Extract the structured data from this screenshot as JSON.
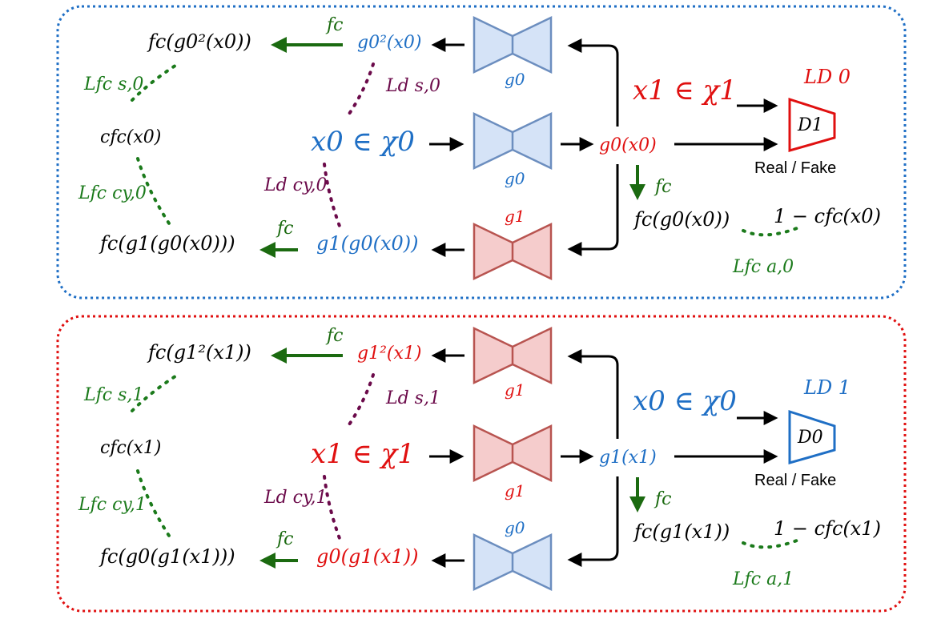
{
  "colors": {
    "blue": "#1f6fc5",
    "red": "#e01010",
    "green": "#1b7a1b",
    "darkgreen": "#1b6a10",
    "maroon": "#6b0a4a",
    "black": "#000000",
    "box_blue_border": "#1f6fc5",
    "box_red_border": "#e01010",
    "gen_blue_fill": "#d5e3f7",
    "gen_blue_stroke": "#6c8ebf",
    "gen_red_fill": "#f5cccc",
    "gen_red_stroke": "#b85450"
  },
  "panels": [
    {
      "f_top": "fc(g0²(x0))",
      "f_arrow_top": "fc",
      "g_sq": "g0²(x0)",
      "gen_top": "g0",
      "L_s": "Ld s,0",
      "L_fs": "Lfc s,0",
      "c": "cfc(x0)",
      "input": "x0 ∈ χ0",
      "gen_mid": "g0",
      "gx": "g0(x0)",
      "L_cy": "Ld cy,0",
      "L_fcy": "Lfc cy,0",
      "f_bottom": "fc(g1(g0(x0)))",
      "f_arrow_bottom": "fc",
      "g_cyc": "g1(g0(x0))",
      "gen_bottom": "g1",
      "f_down": "fc",
      "fcg": "fc(g0(x0))",
      "one_minus": "1 − cfc(x0)",
      "L_a": "Lfc a,0",
      "x_other": "x1 ∈ χ1",
      "LD": "LD 0",
      "disc": "D1",
      "real_fake": "Real / Fake"
    },
    {
      "f_top": "fc(g1²(x1))",
      "f_arrow_top": "fc",
      "g_sq": "g1²(x1)",
      "gen_top": "g1",
      "L_s": "Ld s,1",
      "L_fs": "Lfc s,1",
      "c": "cfc(x1)",
      "input": "x1 ∈ χ1",
      "gen_mid": "g1",
      "gx": "g1(x1)",
      "L_cy": "Ld cy,1",
      "L_fcy": "Lfc cy,1",
      "f_bottom": "fc(g0(g1(x1)))",
      "f_arrow_bottom": "fc",
      "g_cyc": "g0(g1(x1))",
      "gen_bottom": "g0",
      "f_down": "fc",
      "fcg": "fc(g1(x1))",
      "one_minus": "1 − cfc(x1)",
      "L_a": "Lfc a,1",
      "x_other": "x0 ∈ χ0",
      "LD": "LD 1",
      "disc": "D0",
      "real_fake": "Real / Fake"
    }
  ]
}
